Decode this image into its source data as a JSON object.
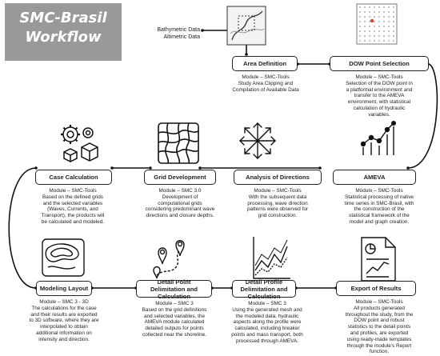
{
  "header": {
    "title_line1": "SMC-Brasil",
    "title_line2": "Workflow"
  },
  "inputs": {
    "line1": "Bathymetric Data",
    "line2": "Altimetric Data"
  },
  "stages": [
    {
      "id": "area",
      "title": "Area Definition",
      "desc": [
        "Module – SMC-Tools",
        "Study Area Clipping and",
        "Compilation of Available Data"
      ],
      "icon": "map-area-icon"
    },
    {
      "id": "dow",
      "title": "DOW Point Selection",
      "desc": [
        "Module – SMC-Tools",
        "Selection of the DOW point in",
        "a platformal environment and",
        "transfer to the AMEVA",
        "environment, with statistical",
        "calculation of hydraulic",
        "variables."
      ],
      "icon": "dotted-grid-icon"
    },
    {
      "id": "ameva",
      "title": "AMEVA",
      "desc": [
        "Módulo – SMC-Tools",
        "Statistical processing of native",
        "time series in SMC-Brasil, with",
        "the construction of the",
        "statistical framework of the",
        "model and graph creation."
      ],
      "icon": "line-bar-chart-icon"
    },
    {
      "id": "directions",
      "title": "Analysis of Directions",
      "desc": [
        "Module – SMC-Tools",
        "With the subsequent data",
        "processing, wave direction",
        "patterns were observed for",
        "grid construction."
      ],
      "icon": "directions-arrows-icon"
    },
    {
      "id": "grid",
      "title": "Grid Development",
      "desc": [
        "Module – SMC 3.0",
        "Development of",
        "computational grids",
        "considering predominant wave",
        "directions and closure depths."
      ],
      "icon": "curvilinear-grid-icon"
    },
    {
      "id": "case",
      "title": "Case Calculation",
      "desc": [
        "Module – SMC-Tools",
        "Based on the defined grids",
        "and the selected variables",
        "(Waves, Currents, and",
        "Transport), the products will",
        "be calculated and modeled."
      ],
      "icon": "gears-cube-icon"
    },
    {
      "id": "modeling",
      "title": "Modeling Layout",
      "desc": [
        "Module – SMC 3 - 3D",
        "The calculations for the case",
        "and their results are exported",
        "to 3D software, where they are",
        "interpolated to obtain",
        "additional information on",
        "intensity and direction."
      ],
      "icon": "contour-map-icon"
    },
    {
      "id": "point",
      "title": "Detail Point Delimitation and Calculation",
      "desc": [
        "Module – SMC 3",
        "Based on the grid definitions",
        "and selected variables, the",
        "AMEVA module calculated",
        "detailed outputs for points",
        "collected near the shoreline."
      ],
      "icon": "location-pins-icon"
    },
    {
      "id": "profile",
      "title": "Detail Profile Delimitation and Calculation",
      "desc": [
        "Module – SMC 3",
        "Using the generated mesh and",
        "the modeled data, hydraulic",
        "aspects along the profile were",
        "calculated, including breaker",
        "points and mass transport, both",
        "processed through AMEVA."
      ],
      "icon": "line-graph-icon"
    },
    {
      "id": "export",
      "title": "Export of Results",
      "desc": [
        "Module – SMC-Tools",
        "All products generated",
        "throughout the study, from the",
        "DOW point and robust",
        "statistics to the detail points",
        "and profiles, are exported",
        "using ready-made templates",
        "through the module's Report",
        "function."
      ],
      "icon": "report-document-icon"
    }
  ],
  "colors": {
    "banner": "#999999",
    "accent_dot": "#e53935",
    "line": "#111111"
  }
}
